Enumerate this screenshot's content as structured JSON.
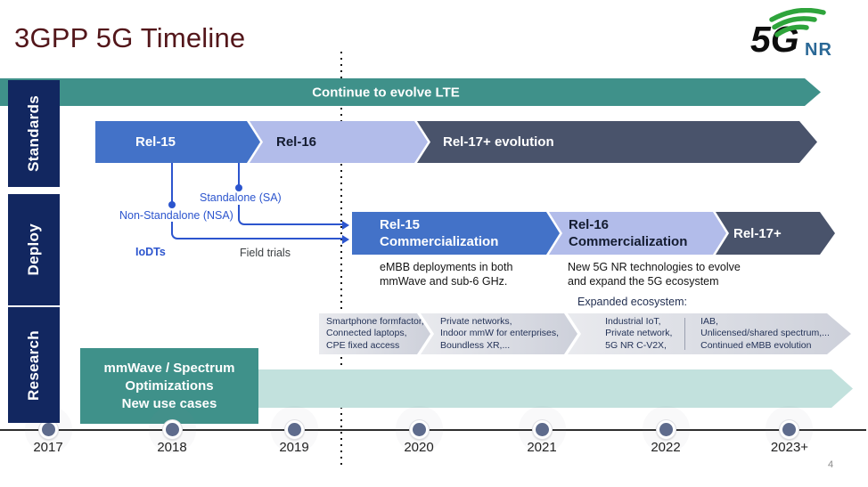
{
  "title": "3GPP 5G Timeline",
  "logo": {
    "brand": "5G",
    "suffix": "NR"
  },
  "page_number": "4",
  "sidebar": {
    "standards": "Standards",
    "deploy": "Deploy",
    "research": "Research"
  },
  "standards_row": {
    "lte": "Continue to evolve LTE",
    "rel15": "Rel-15",
    "rel16": "Rel-16",
    "rel17": "Rel-17+ evolution"
  },
  "annotations": {
    "sa": "Standalone (SA)",
    "nsa": "Non-Standalone (NSA)",
    "iodts": "IoDTs",
    "field_trials": "Field trials"
  },
  "deploy_row": {
    "rel15_line1": "Rel-15",
    "rel15_line2": "Commercialization",
    "rel16_line1": "Rel-16",
    "rel16_line2": "Commercialization",
    "rel17": "Rel-17+",
    "rel15_desc1": "eMBB deployments in both",
    "rel15_desc2": "mmWave and sub-6 GHz.",
    "rel16_desc1": "New 5G NR technologies to evolve",
    "rel16_desc2": "and expand the 5G ecosystem",
    "expanded_label": "Expanded ecosystem:"
  },
  "ecosystem": {
    "chevron1": [
      "Smartphone formfactor,",
      "Connected laptops,",
      "CPE fixed access"
    ],
    "chevron2": [
      "Private networks,",
      "Indoor mmW for enterprises,",
      "Boundless XR,..."
    ],
    "chevron3a": [
      "Industrial IoT,",
      "Private network,",
      "5G NR C-V2X,"
    ],
    "chevron3b": [
      "IAB,",
      "Unlicensed/shared spectrum,...",
      "Continued eMBB evolution"
    ]
  },
  "research_row": {
    "box": [
      "mmWave / Spectrum",
      "Optimizations",
      "New use cases"
    ]
  },
  "timeline": {
    "years": [
      "2017",
      "2018",
      "2019",
      "2020",
      "2021",
      "2022",
      "2023+"
    ]
  },
  "colors": {
    "teal": "#3F918A",
    "pale_teal": "#C2E1DD",
    "blue": "#4372C8",
    "lavender": "#B2BCEA",
    "slate": "#49536B",
    "navy": "#122760",
    "annotation_blue": "#2C55CE",
    "title_maroon": "#53161A",
    "logo_green": "#2EA43B",
    "logo_nr_blue": "#2A6896"
  }
}
